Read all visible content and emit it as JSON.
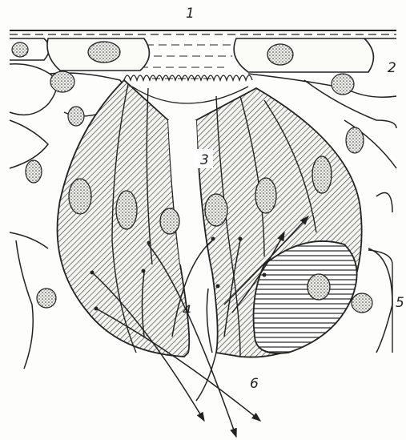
{
  "labels": {
    "l1": "1",
    "l2": "2",
    "l3": "3",
    "l4": "4",
    "l5": "5",
    "l6": "6"
  },
  "colors": {
    "ink": "#222222",
    "paper": "#fdfdfb"
  }
}
